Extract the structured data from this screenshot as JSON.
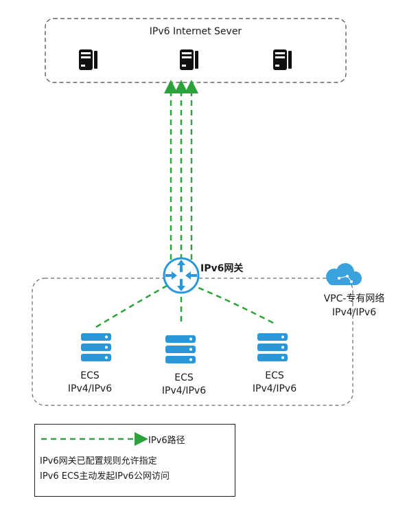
{
  "title": "IPv6 Internet Sever",
  "gateway": {
    "label": "IPv6网关"
  },
  "vpc": {
    "line1": "VPC-专有网络",
    "line2": "IPv4/IPv6"
  },
  "ecs": [
    {
      "name": "ECS",
      "ip": "IPv4/IPv6"
    },
    {
      "name": "ECS",
      "ip": "IPv4/IPv6"
    },
    {
      "name": "ECS",
      "ip": "IPv4/IPv6"
    }
  ],
  "legend": {
    "route_label": "IPv6路径",
    "note_line1": "IPv6网关已配置规则允许指定",
    "note_line2": "IPv6 ECS主动发起IPv6公网访问"
  },
  "colors": {
    "route_green": "#2ba33a",
    "gateway_blue": "#2a98d8",
    "server_black": "#111111",
    "ecs_blue": "#2a98d8",
    "cloud_blue": "#3aa2dc",
    "border_gray": "#555555"
  },
  "icons": [
    "server-icon",
    "gateway-router-icon",
    "ecs-server-icon",
    "cloud-icon"
  ]
}
